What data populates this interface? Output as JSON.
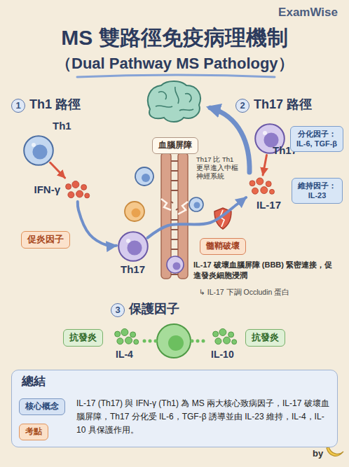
{
  "diagram": {
    "title": "MS 雙路徑免疫病理機制",
    "nodes": [
      {
        "text": [
          "Th1"
        ]
      },
      {
        "text": [
          "血腦屏障"
        ]
      },
      {
        "text": [
          "Th17"
        ]
      },
      {
        "text": [
          "分化因子：",
          "IL-6, TGF-β"
        ]
      },
      {
        "text": [
          "IFN-γ"
        ]
      },
      {
        "text": [
          "IL-17"
        ]
      },
      {
        "text": [
          "維持因子：",
          "IL-23"
        ]
      },
      {
        "text": [
          "促炎因子"
        ]
      },
      {
        "text": [
          "髓鞘破壞"
        ]
      },
      {
        "text": [
          "Th17"
        ]
      },
      {
        "text": [
          "抗發炎"
        ]
      },
      {
        "text": [
          "IL-4"
        ]
      },
      {
        "text": [
          "IL-10"
        ]
      },
      {
        "text": [
          "抗發炎"
        ]
      },
      {
        "text": [
          "總結",
          "IL-17 (Th17) 與 IFN-γ (Th1) 為 MS 兩大核心致病因子，IL-17 破壞血腦屏障，Th17 分化受 IL-6，TGF-β 誘導並由 IL-23 維持，IL-4，IL-10 具保護作用。"
        ]
      },
      {
        "text": [
          "核心概念"
        ],
        "in": 14
      },
      {
        "text": [
          "考點"
        ],
        "in": 14
      }
    ],
    "edges": [
      {
        "from": 0,
        "to": 4,
        "arrow": "to"
      },
      {
        "from": 4,
        "to": 9,
        "arrow": "to"
      },
      {
        "from": 2,
        "to": 5,
        "arrow": "to"
      },
      {
        "from": 9,
        "to": 5,
        "arrow": "to"
      }
    ],
    "labels": [
      "ExamWise",
      "（Dual Pathway MS Pathology）",
      "1",
      "Th1 路徑",
      "2",
      "Th17 路徑",
      "Th17 比 Th1 更早進入中樞神經系統",
      "IL-17 破壞血腦屏障 (BBB) 緊密連接，促進發炎細胞浸潤",
      "↳ IL-17 下調 Occludin 蛋白",
      "3",
      "保護因子",
      "by"
    ]
  }
}
